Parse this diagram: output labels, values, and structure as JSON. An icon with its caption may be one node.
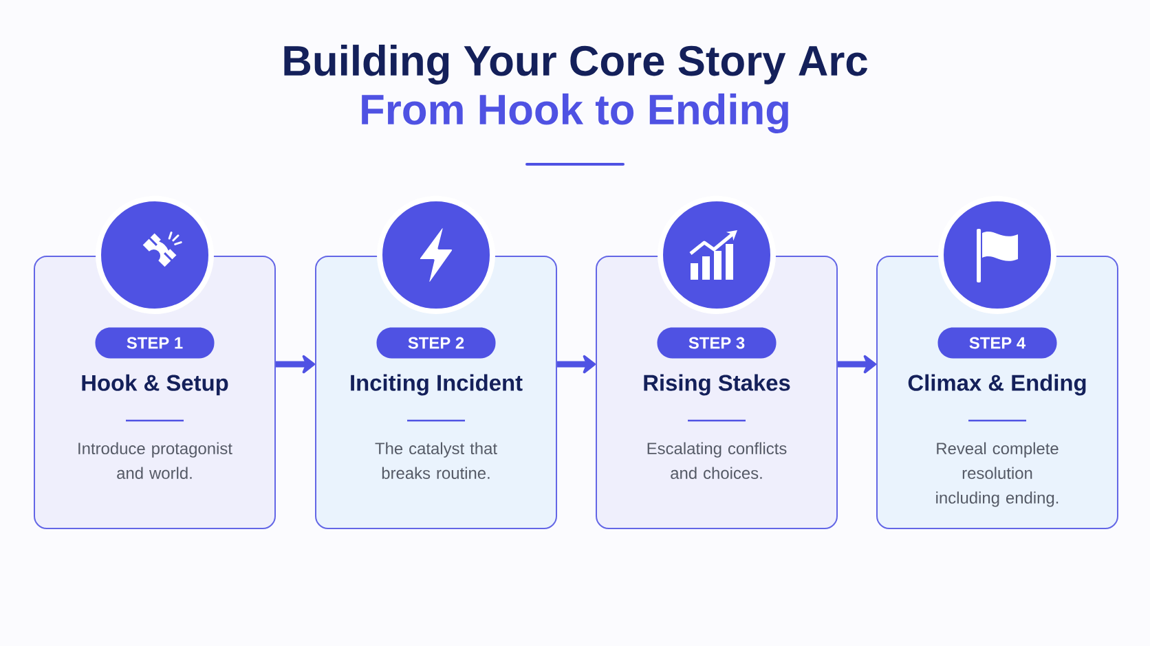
{
  "diagram": {
    "title": "Building Your Core Story Arc",
    "nodes": [
      {
        "text": [
          "STEP 1",
          "Hook & Setup",
          "Introduce protagonist and world."
        ]
      },
      {
        "text": [
          "STEP 2",
          "Inciting Incident",
          "The catalyst that breaks routine."
        ]
      },
      {
        "text": [
          "STEP 3",
          "Rising Stakes",
          "Escalating conflicts and choices."
        ]
      },
      {
        "text": [
          "STEP 4",
          "Climax & Ending",
          "Reveal complete resolution including ending."
        ]
      }
    ],
    "edges": [
      {
        "from": 0,
        "to": 1,
        "arrow": "to"
      },
      {
        "from": 1,
        "to": 2,
        "arrow": "to"
      },
      {
        "from": 2,
        "to": 3,
        "arrow": "to"
      }
    ],
    "labels": [
      "From Hook to Ending"
    ]
  }
}
